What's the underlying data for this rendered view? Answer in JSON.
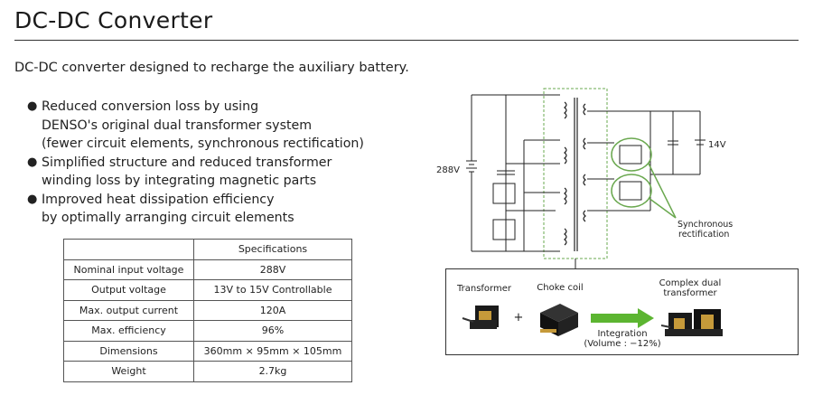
{
  "header": {
    "title": "DC-DC Converter"
  },
  "intro": "DC-DC converter designed to recharge the auxiliary battery.",
  "features": [
    {
      "bullet": "●",
      "text": "Reduced conversion loss by using\nDENSO's original dual transformer system\n(fewer circuit elements, synchronous rectification)"
    },
    {
      "bullet": "●",
      "text": "Simplified structure and reduced transformer\nwinding loss by integrating magnetic parts"
    },
    {
      "bullet": "●",
      "text": "Improved heat dissipation efficiency\nby optimally arranging circuit elements"
    }
  ],
  "specs": {
    "header": "Specifications",
    "rows": [
      {
        "label": "Nominal input voltage",
        "value": "288V"
      },
      {
        "label": "Output voltage",
        "value": "13V to 15V Controllable"
      },
      {
        "label": "Max. output current",
        "value": "120A"
      },
      {
        "label": "Max. efficiency",
        "value": "96%"
      },
      {
        "label": "Dimensions",
        "value": "360mm × 95mm × 105mm"
      },
      {
        "label": "Weight",
        "value": "2.7kg"
      }
    ]
  },
  "circuit": {
    "input_voltage": "288V",
    "output_voltage": "14V",
    "sync_label_line1": "Synchronous",
    "sync_label_line2": "rectification"
  },
  "integration": {
    "transformer_label": "Transformer",
    "plus": "+",
    "choke_label": "Choke coil",
    "complex_label_line1": "Complex dual",
    "complex_label_line2": "transformer",
    "integration_label": "Integration",
    "volume_label": "(Volume : −12%)"
  },
  "colors": {
    "arrow_green": "#5cb531",
    "dashed_green": "#6aa84f",
    "component_black": "#1a1a1a"
  }
}
